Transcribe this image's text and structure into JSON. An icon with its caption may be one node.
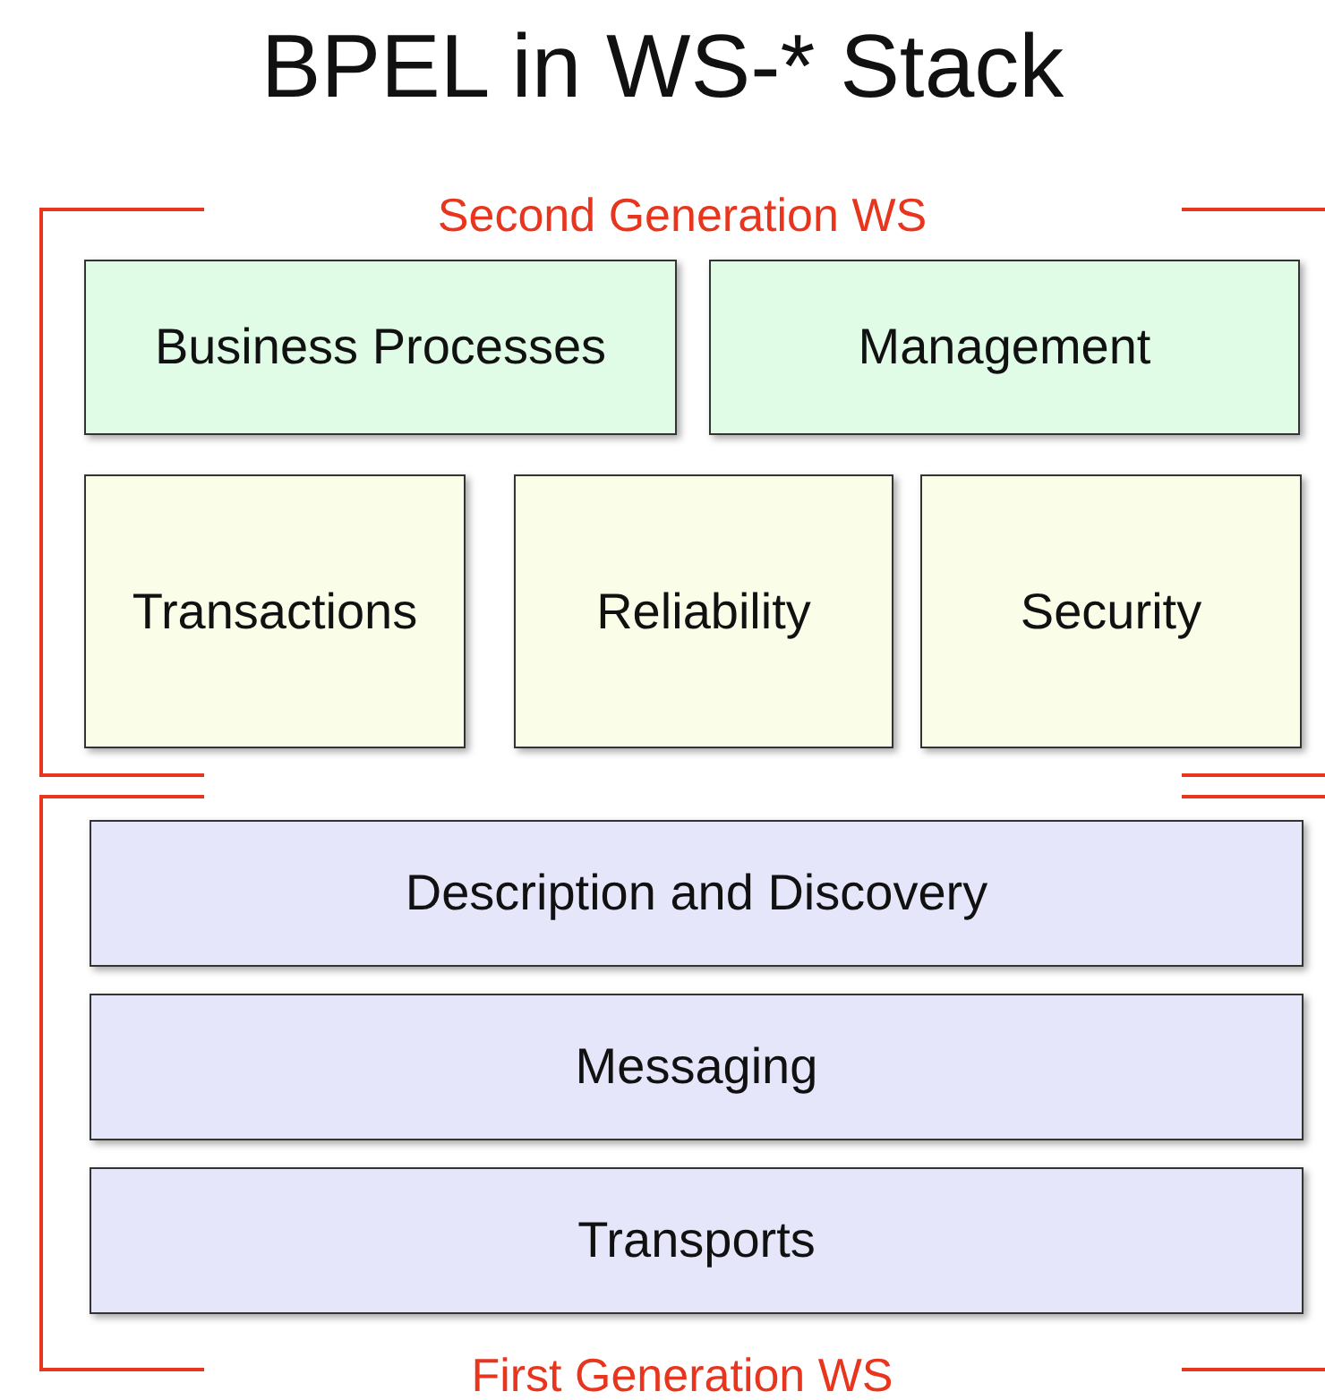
{
  "diagram": {
    "title": "BPEL in WS-* Stack",
    "nodes": [
      {
        "text": [
          "Second Generation WS"
        ]
      },
      {
        "text": [
          "Business Processes"
        ],
        "in": 0
      },
      {
        "text": [
          "Management"
        ],
        "in": 0
      },
      {
        "text": [
          "Transactions"
        ],
        "in": 0
      },
      {
        "text": [
          "Reliability"
        ],
        "in": 0
      },
      {
        "text": [
          "Security"
        ],
        "in": 0
      },
      {
        "text": [
          "First Generation WS"
        ]
      },
      {
        "text": [
          "Description and Discovery"
        ],
        "in": 6
      },
      {
        "text": [
          "Messaging"
        ],
        "in": 6
      },
      {
        "text": [
          "Transports"
        ],
        "in": 6
      }
    ],
    "edges": []
  }
}
